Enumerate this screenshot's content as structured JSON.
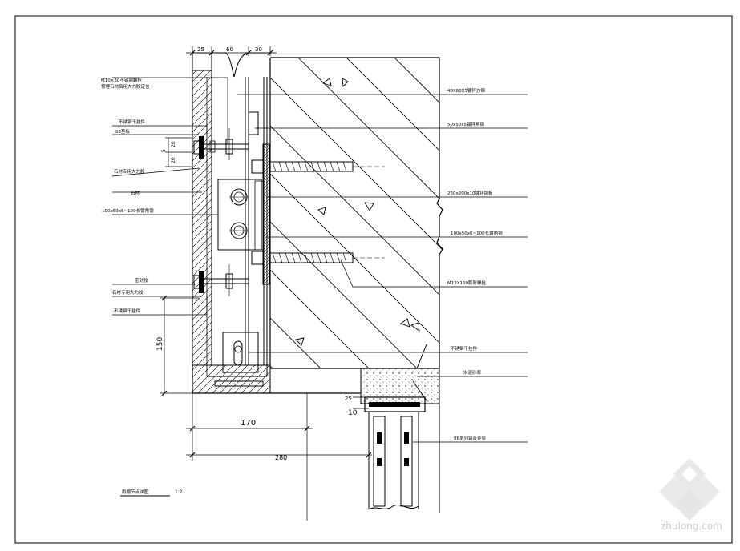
{
  "dims": {
    "top": [
      "25",
      "60",
      "30"
    ],
    "left_150": "150",
    "left_20a": "20",
    "left_20b": "20",
    "left_5": "5",
    "bottom_170": "170",
    "bottom_280": "280",
    "bottom_25": "25",
    "bottom_10": "10"
  },
  "callouts_left": [
    {
      "id": "m10-bolt",
      "lines": [
        "M10×30不锈钢螺栓",
        "预埋石材后用大力胶定位"
      ]
    },
    {
      "id": "ss-hanger-top",
      "lines": [
        "不锈钢干挂件"
      ]
    },
    {
      "id": "spacer",
      "lines": [
        "δ8垫板"
      ]
    },
    {
      "id": "glue-top",
      "lines": [
        "石材专用大力胶"
      ]
    },
    {
      "id": "stone",
      "lines": [
        "石材"
      ]
    },
    {
      "id": "angle-left",
      "lines": [
        "100x50x5~100长镀角钢"
      ]
    },
    {
      "id": "sealant",
      "lines": [
        "密封胶"
      ]
    },
    {
      "id": "glue-bottom",
      "lines": [
        "石材专用大力胶"
      ]
    },
    {
      "id": "ss-hanger-bottom",
      "lines": [
        "不锈钢干挂件"
      ]
    }
  ],
  "callouts_right": [
    {
      "id": "square-tube",
      "lines": [
        "40X80X5镀锌方钢"
      ]
    },
    {
      "id": "angle-top",
      "lines": [
        "50x50x5镀锌角钢"
      ]
    },
    {
      "id": "embed-plate",
      "lines": [
        "250x200x10镀锌钢板"
      ]
    },
    {
      "id": "angle-right",
      "lines": [
        "100x50x6~100长镀角钢"
      ]
    },
    {
      "id": "anchor-bolt",
      "lines": [
        "M12X160膨胀螺栓"
      ]
    },
    {
      "id": "ss-hanger-right",
      "lines": [
        "不锈钢干挂件"
      ]
    },
    {
      "id": "mortar",
      "lines": [
        "水泥砂浆"
      ]
    },
    {
      "id": "window",
      "lines": [
        "88系列铝合金窗"
      ]
    }
  ],
  "caption": {
    "title": "雨棚节点详图",
    "scale": "1:2"
  },
  "watermark": "zhulong.com",
  "colors": {
    "line": "#000000",
    "background": "#ffffff",
    "watermark": "#c8c8c8"
  }
}
